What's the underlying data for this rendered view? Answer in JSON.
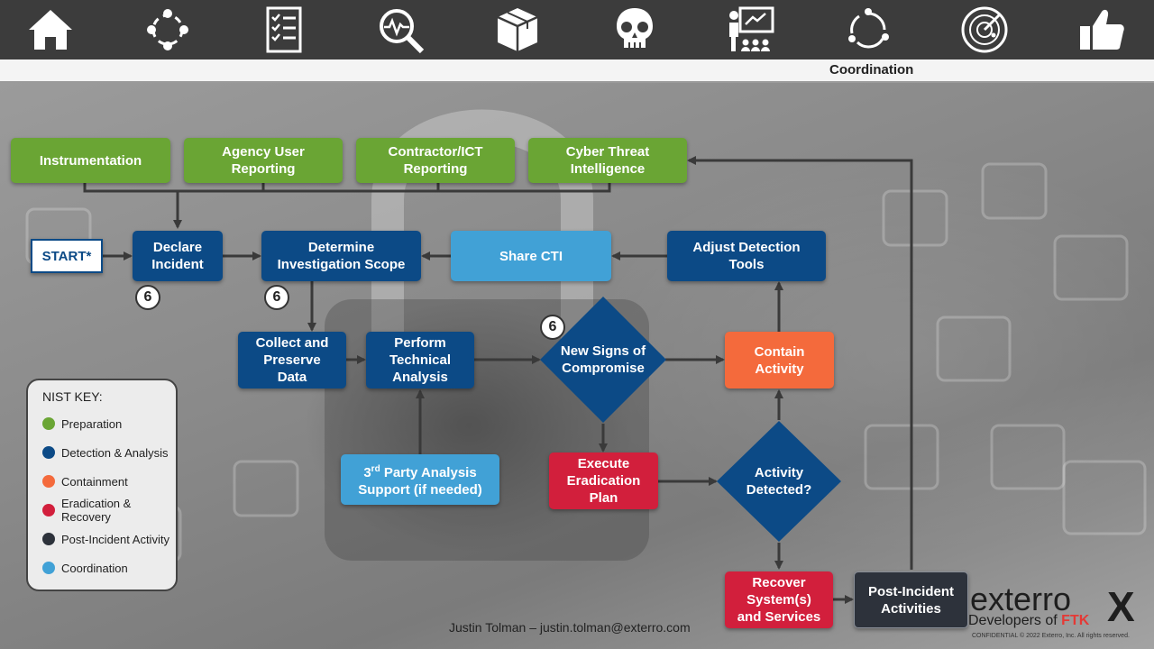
{
  "header": {
    "section_title": "Coordination",
    "icons": [
      "home-icon",
      "cycle-nodes-icon",
      "checklist-icon",
      "analysis-magnifier-icon",
      "package-icon",
      "skull-icon",
      "presentation-icon",
      "recycle-arrows-icon",
      "radar-icon",
      "thumbs-up-icon"
    ]
  },
  "flow": {
    "start": "START*",
    "instrumentation": "Instrumentation",
    "agency_user_reporting": "Agency User\nReporting",
    "contractor_ict_reporting": "Contractor/ICT\nReporting",
    "cyber_threat_intelligence": "Cyber Threat\nIntelligence",
    "declare_incident": "Declare\nIncident",
    "determine_scope": "Determine\nInvestigation Scope",
    "share_cti": "Share CTI",
    "adjust_detection_tools": "Adjust Detection\nTools",
    "collect_preserve": "Collect and\nPreserve\nData",
    "perform_analysis": "Perform\nTechnical\nAnalysis",
    "new_signs": "New Signs of\nCompromise",
    "contain_activity": "Contain\nActivity",
    "third_party_rd": "rd",
    "third_party_main": " Party Analysis",
    "third_party_digit": "3",
    "third_party_line2": "Support (if needed)",
    "execute_eradication": "Execute\nEradication\nPlan",
    "activity_detected": "Activity\nDetected?",
    "recover_systems": "Recover\nSystem(s)\nand Services",
    "post_incident": "Post-Incident\nActivities",
    "badge_value": "6"
  },
  "legend": {
    "title": "NIST KEY:",
    "items": [
      {
        "label": "Preparation",
        "color": "#6aa534"
      },
      {
        "label": "Detection & Analysis",
        "color": "#0c4a86"
      },
      {
        "label": "Containment",
        "color": "#f46a3c"
      },
      {
        "label": "Eradication & Recovery",
        "color": "#d21f3c"
      },
      {
        "label": "Post-Incident Activity",
        "color": "#2d323b"
      },
      {
        "label": "Coordination",
        "color": "#41a1d6"
      }
    ]
  },
  "footer": {
    "presenter": "Justin Tolman – justin.tolman@exterro.com",
    "brand_name": "exterro",
    "brand_mark": "X",
    "brand_tag_prefix": "Developers of ",
    "brand_tag_accent": "FTK",
    "confidential": "CONFIDENTIAL © 2022 Exterro, Inc. All rights reserved."
  }
}
